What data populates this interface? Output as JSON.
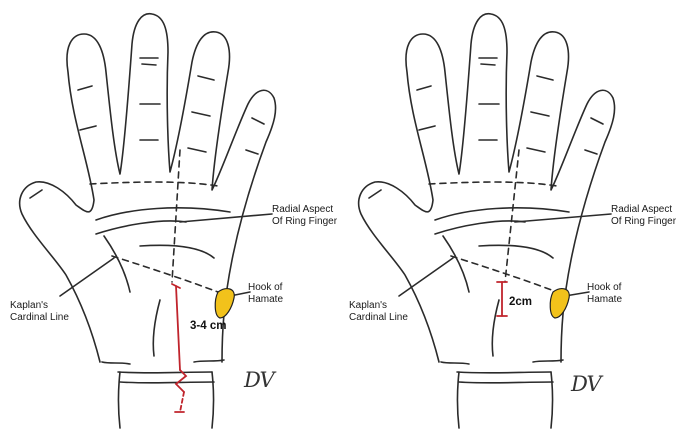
{
  "panels": [
    {
      "labels": {
        "ring_finger": "Radial Aspect\nOf Ring Finger",
        "hamate": "Hook of\nHamate",
        "kaplan": "Kaplan's\nCardinal Line",
        "incision": "3-4 cm",
        "initials": "DV"
      }
    },
    {
      "labels": {
        "ring_finger": "Radial Aspect\nOf Ring Finger",
        "hamate": "Hook of\nHamate",
        "kaplan": "Kaplan's\nCardinal Line",
        "incision": "2cm",
        "initials": "DV"
      }
    }
  ],
  "colors": {
    "outline": "#2b2b2b",
    "incision": "#c0242c",
    "hamate_fill": "#f2c21b"
  }
}
